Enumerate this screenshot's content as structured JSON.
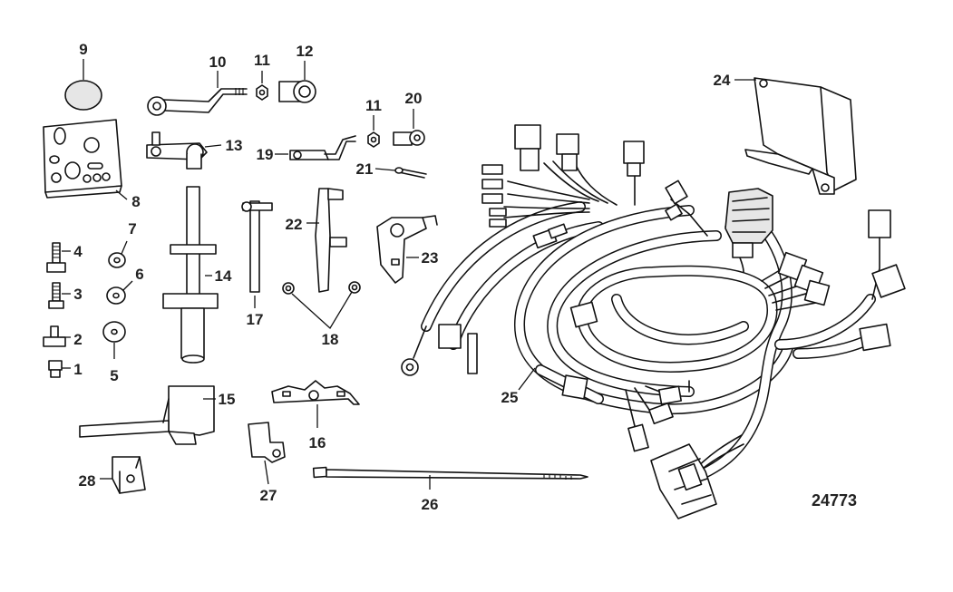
{
  "figure_number": "24773",
  "callouts": [
    "1",
    "2",
    "3",
    "4",
    "5",
    "6",
    "7",
    "8",
    "9",
    "10",
    "11",
    "12",
    "13",
    "14",
    "15",
    "16",
    "17",
    "18",
    "19",
    "20",
    "21",
    "22",
    "23",
    "24",
    "25",
    "26",
    "27",
    "28"
  ],
  "callout_11_second": "11"
}
